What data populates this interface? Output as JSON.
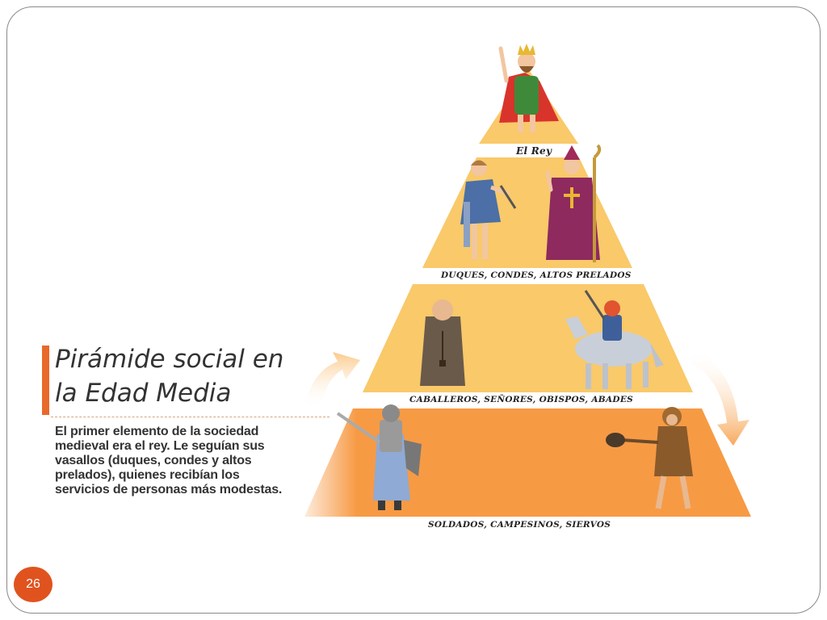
{
  "title": "Pirámide social en la Edad Media",
  "description": "El primer elemento de la sociedad medieval era el rey. Le seguían sus vasallos (duques, condes y altos prelados), quienes recibían los servicios de personas más modestas.",
  "tiers": [
    {
      "label": "El Rey",
      "figures": [
        "king-figure"
      ]
    },
    {
      "label": "DUQUES, CONDES, ALTOS PRELADOS",
      "figures": [
        "duke-figure",
        "bishop-figure"
      ]
    },
    {
      "label": "CABALLEROS, SEÑORES, OBISPOS, ABADES",
      "figures": [
        "monk-figure",
        "knight-on-horse-figure"
      ]
    },
    {
      "label": "SOLDADOS, CAMPESINOS, SIERVOS",
      "figures": [
        "soldier-figure",
        "peasant-figure"
      ]
    }
  ],
  "page_number": "26",
  "colors": {
    "tier_light": "#f9c96a",
    "tier_base": "#f79a44",
    "accent": "#e8692a",
    "badge": "#e0531f",
    "arrow": "#fbc98a"
  }
}
